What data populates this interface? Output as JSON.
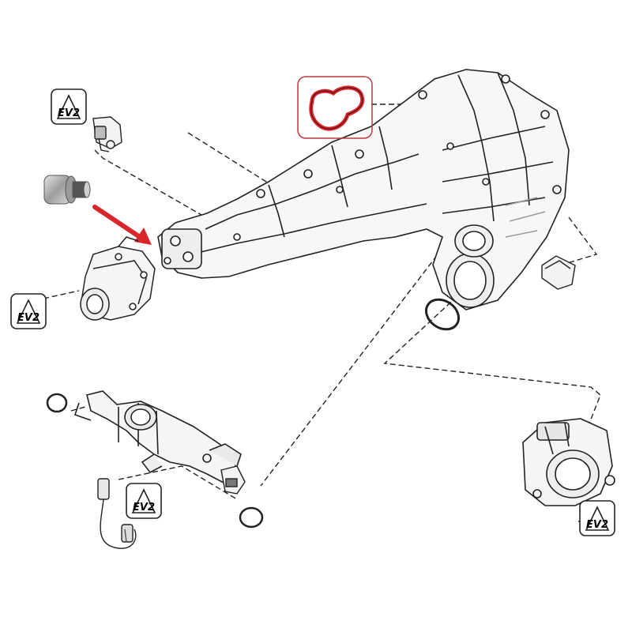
{
  "diagram": {
    "kind": "exploded-parts-diagram",
    "colors": {
      "line": "#222222",
      "part_fill": "#f4f4f4",
      "shade": "#9a9a9a",
      "highlight": "#d9262b",
      "highlight_box": "#c23a3a",
      "sensor_metal": "#b9b9b9"
    },
    "badges": [
      {
        "id": "badge-1",
        "text": "EV2"
      },
      {
        "id": "badge-2",
        "text": "EV2"
      },
      {
        "id": "badge-3",
        "text": "EV2"
      },
      {
        "id": "badge-4",
        "text": "EV2"
      }
    ],
    "parts": [
      "map-sensor-top-left",
      "threaded-plug",
      "cover-housing",
      "intake-manifold",
      "manifold-gasket-highlighted",
      "throttle-o-ring",
      "rubber-grommet",
      "egr-tube-assembly",
      "coolant-temp-sensor",
      "o-ring-small-top",
      "o-ring-small-bottom",
      "throttle-body"
    ],
    "pointer": {
      "icon": "red-arrow-icon",
      "target": "cover-housing"
    }
  }
}
